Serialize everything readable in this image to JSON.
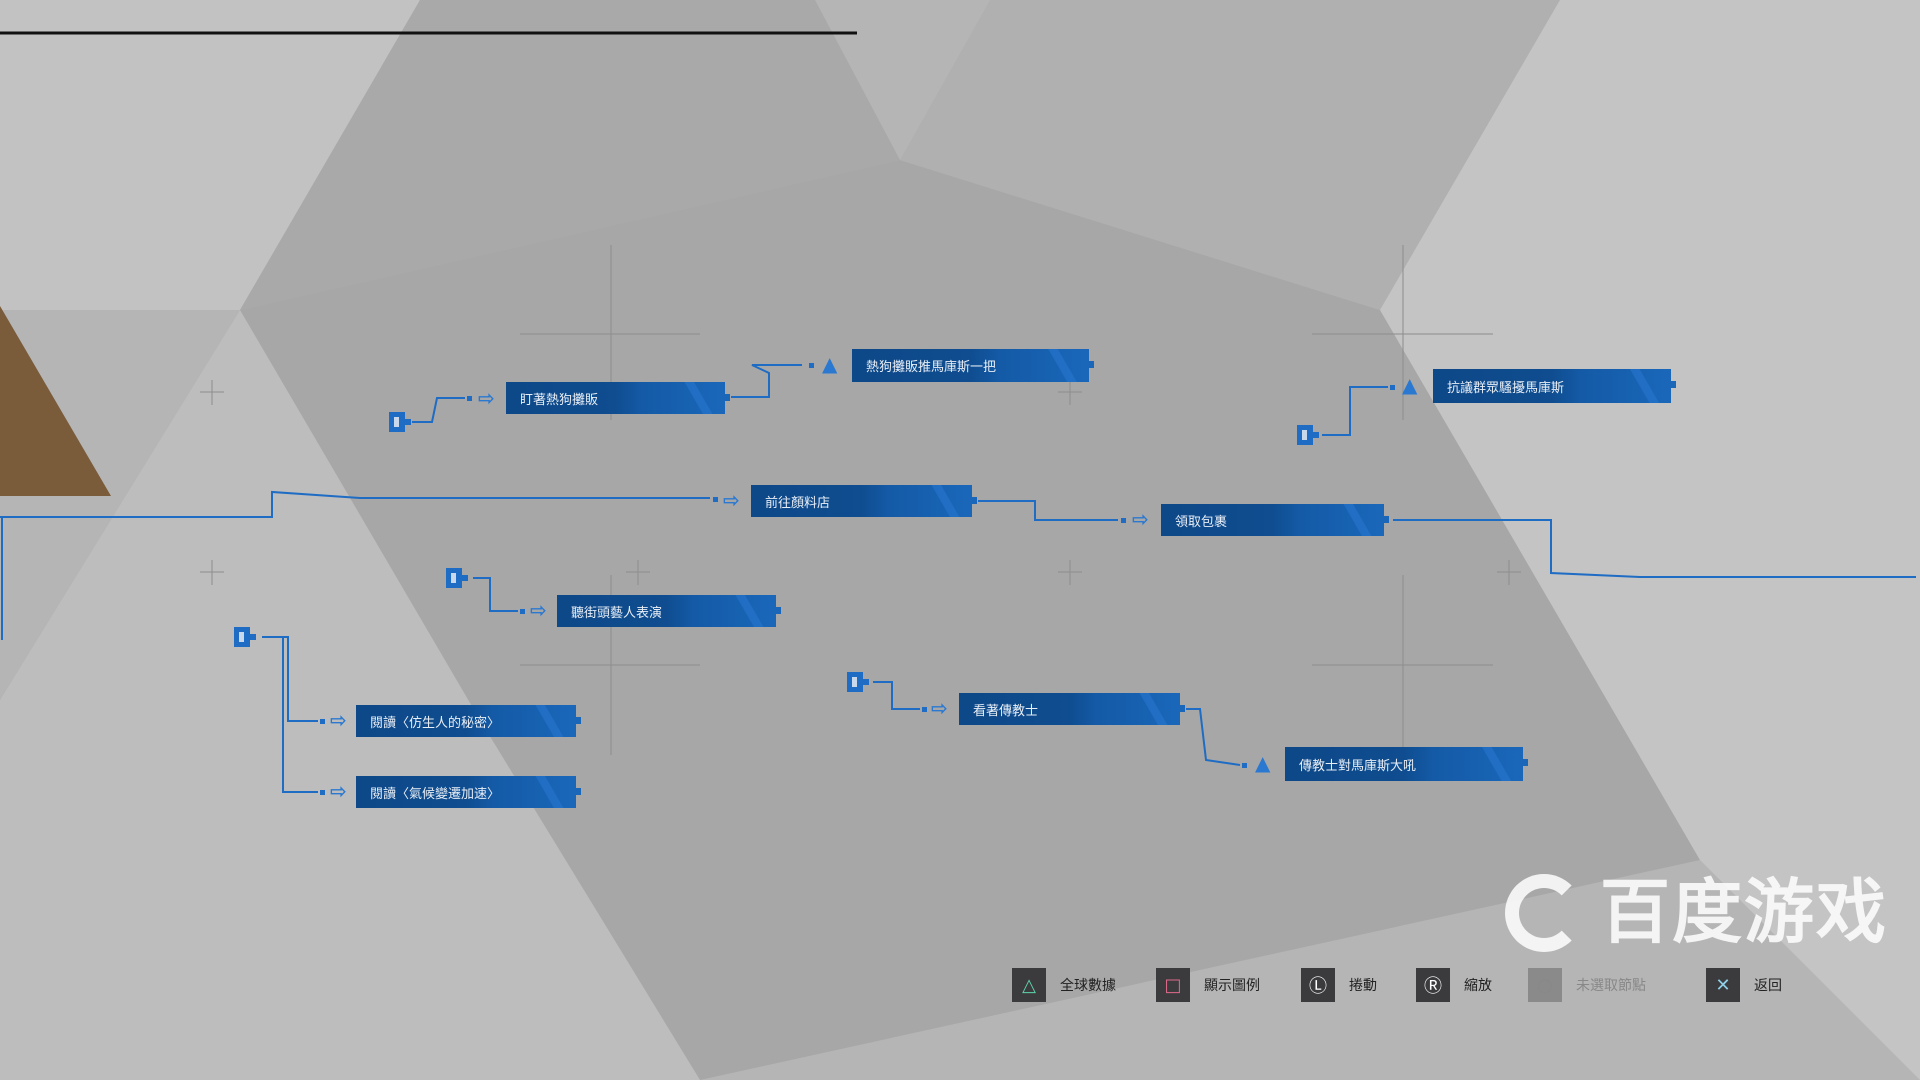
{
  "nodes": [
    {
      "label": "盯著熱狗攤販",
      "type": "arrow"
    },
    {
      "label": "熱狗攤販推馬庫斯一把",
      "type": "choice"
    },
    {
      "label": "前往顏料店",
      "type": "arrow"
    },
    {
      "label": "領取包裹",
      "type": "arrow"
    },
    {
      "label": "抗議群眾騷擾馬庫斯",
      "type": "choice"
    },
    {
      "label": "聽街頭藝人表演",
      "type": "arrow"
    },
    {
      "label": "閱讀〈仿生人的秘密〉",
      "type": "arrow"
    },
    {
      "label": "閱讀〈氣候變遷加速〉",
      "type": "arrow"
    },
    {
      "label": "看著傳教士",
      "type": "arrow"
    },
    {
      "label": "傳教士對馬庫斯大吼",
      "type": "choice"
    }
  ],
  "controls": [
    {
      "icon": "triangle-button-icon",
      "glyph": "△",
      "label": "全球數據",
      "color": "#5fd3a8"
    },
    {
      "icon": "square-button-icon",
      "glyph": "□",
      "label": "顯示圖例",
      "color": "#e06a8c"
    },
    {
      "icon": "left-stick-icon",
      "glyph": "Ⓛ",
      "label": "捲動",
      "color": "#ffffff"
    },
    {
      "icon": "right-stick-icon",
      "glyph": "Ⓡ",
      "label": "縮放",
      "color": "#ffffff"
    },
    {
      "icon": "circle-button-icon",
      "glyph": "○",
      "label": "未選取節點",
      "color": "#888888"
    },
    {
      "icon": "cross-button-icon",
      "glyph": "✕",
      "label": "返回",
      "color": "#8fd0e8"
    }
  ],
  "watermark": "百度游戏",
  "colors": {
    "accent": "#1e6cc4",
    "node_dark": "#0d4888"
  }
}
